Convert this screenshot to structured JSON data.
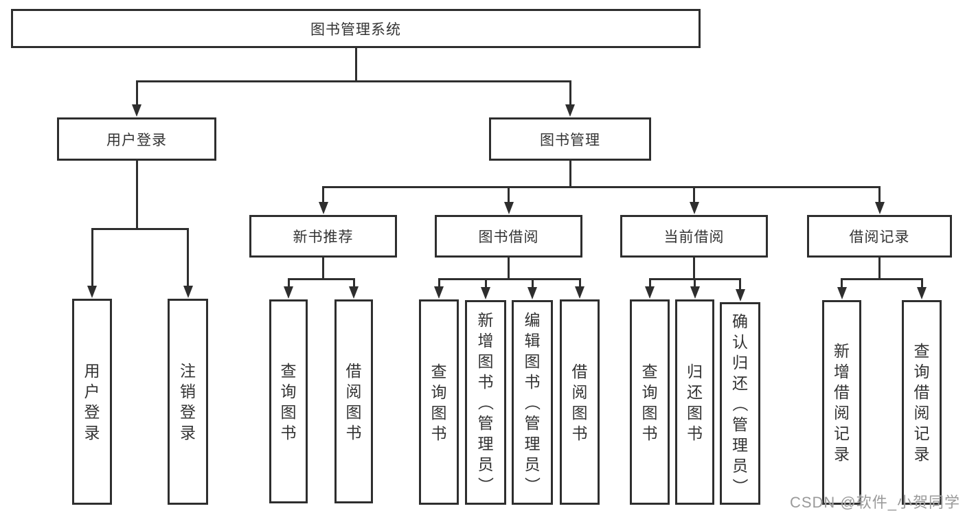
{
  "diagram": {
    "title": "图书管理系统",
    "nodes": [
      {
        "id": "root",
        "label": "图书管理系统",
        "orient": "h"
      },
      {
        "id": "user-login",
        "label": "用户登录",
        "orient": "h"
      },
      {
        "id": "book-management",
        "label": "图书管理",
        "orient": "h"
      },
      {
        "id": "new-book-recommend",
        "label": "新书推荐",
        "orient": "h"
      },
      {
        "id": "book-borrowing",
        "label": "图书借阅",
        "orient": "h"
      },
      {
        "id": "current-borrowing",
        "label": "当前借阅",
        "orient": "h"
      },
      {
        "id": "borrowing-records",
        "label": "借阅记录",
        "orient": "h"
      },
      {
        "id": "leaf-user-login",
        "label": "用户登录",
        "orient": "v"
      },
      {
        "id": "leaf-logout",
        "label": "注销登录",
        "orient": "v"
      },
      {
        "id": "leaf-nbr-query-books",
        "label": "查询图书",
        "orient": "v"
      },
      {
        "id": "leaf-nbr-borrow-books",
        "label": "借阅图书",
        "orient": "v"
      },
      {
        "id": "leaf-bb-query-books",
        "label": "查询图书",
        "orient": "v"
      },
      {
        "id": "leaf-bb-add-books",
        "label": "新增图书（管理员）",
        "orient": "v"
      },
      {
        "id": "leaf-bb-edit-books",
        "label": "编辑图书（管理员）",
        "orient": "v"
      },
      {
        "id": "leaf-bb-borrow-books",
        "label": "借阅图书",
        "orient": "v"
      },
      {
        "id": "leaf-cb-query-books",
        "label": "查询图书",
        "orient": "v"
      },
      {
        "id": "leaf-cb-return-books",
        "label": "归还图书",
        "orient": "v"
      },
      {
        "id": "leaf-cb-confirm-return",
        "label": "确认归还（管理员）",
        "orient": "v"
      },
      {
        "id": "leaf-br-add-record",
        "label": "新增借阅记录",
        "orient": "v"
      },
      {
        "id": "leaf-br-query-record",
        "label": "查询借阅记录",
        "orient": "v"
      }
    ],
    "edges": [
      {
        "from": "root",
        "to": [
          "user-login",
          "book-management"
        ]
      },
      {
        "from": "user-login",
        "to": [
          "leaf-user-login",
          "leaf-logout"
        ]
      },
      {
        "from": "book-management",
        "to": [
          "new-book-recommend",
          "book-borrowing",
          "current-borrowing",
          "borrowing-records"
        ]
      },
      {
        "from": "new-book-recommend",
        "to": [
          "leaf-nbr-query-books",
          "leaf-nbr-borrow-books"
        ]
      },
      {
        "from": "book-borrowing",
        "to": [
          "leaf-bb-query-books",
          "leaf-bb-add-books",
          "leaf-bb-edit-books",
          "leaf-bb-borrow-books"
        ]
      },
      {
        "from": "current-borrowing",
        "to": [
          "leaf-cb-query-books",
          "leaf-cb-return-books",
          "leaf-cb-confirm-return"
        ]
      },
      {
        "from": "borrowing-records",
        "to": [
          "leaf-br-add-record",
          "leaf-br-query-record"
        ]
      }
    ]
  },
  "watermark": {
    "text": "CSDN @软件_小贺同学"
  },
  "colors": {
    "line": "#2e2e2e",
    "border": "#2e2e2e",
    "fill": "#ffffff",
    "text": "#333333",
    "watermark": "#9a9a9a",
    "background": "#ffffff"
  }
}
